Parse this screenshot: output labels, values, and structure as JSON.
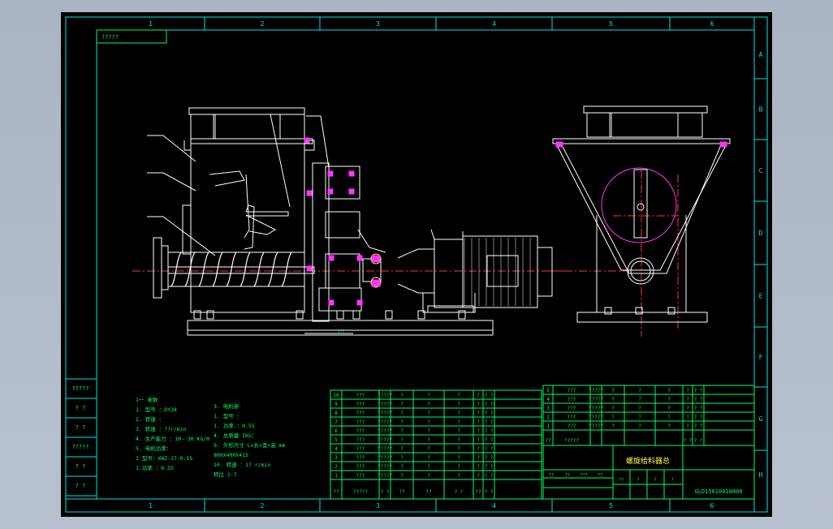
{
  "drawing": {
    "bg_color": "#000000",
    "frame_color": "#00e6e6",
    "text_color": "#00ff66",
    "detail_color": "#ffffff",
    "accent_color": "#ff33ff",
    "title_color": "#ffff44"
  },
  "zones": {
    "columns": [
      "1",
      "2",
      "3",
      "4",
      "5",
      "6"
    ],
    "rows": [
      "A",
      "B",
      "C",
      "D",
      "E",
      "F",
      "G",
      "H"
    ]
  },
  "corner_tag": "?????",
  "left_strip": [
    "?????",
    "? ?",
    "? ?",
    "?????",
    "? ?",
    "? ?"
  ],
  "dimension_text": "???",
  "tech_notes": {
    "col1": [
      "1一 参数",
      "1. 型号 ：DY28",
      "2. 转速 ：",
      "3. 转速 ：??r/min",
      "4. 生产能力 ：10~ 30 KG/H",
      "5. 电机功率：",
      "1 型号：XWZ-17-0.55",
      "1.功率 ：0.55"
    ],
    "col2": [
      "3. 电机参",
      "1. 型号 ：",
      "1. 功率 ：0.55",
      "4. 总质量 IKG：",
      "9. 外形尺寸 L×长×宽×高 mm",
      "800X400X415",
      "10. 转速 ：17 r/min",
      "转比 1:7"
    ]
  },
  "parts_left": {
    "rows": [
      [
        "10",
        "???",
        "?????",
        "?",
        "?",
        "?",
        "?",
        "? ?"
      ],
      [
        "9",
        "???",
        "?????",
        "?",
        "?",
        "?",
        "?",
        "? ?"
      ],
      [
        "8",
        "???",
        "?????",
        "?",
        "?",
        "?",
        "?",
        "? ?"
      ],
      [
        "7",
        "???",
        "?????",
        "?",
        "?",
        "?",
        "?",
        "? ?"
      ],
      [
        "6",
        "???",
        "?????",
        "?",
        "?",
        "?",
        "?",
        "? ?"
      ],
      [
        "5",
        "???",
        "?????",
        "?",
        "?",
        "?",
        "?",
        "? ?"
      ],
      [
        "4",
        "???",
        "?????",
        "?",
        "?",
        "?",
        "?",
        "? ?"
      ],
      [
        "3",
        "???",
        "?????",
        "?",
        "?",
        "?",
        "?",
        "? ?"
      ],
      [
        "2",
        "???",
        "?????",
        "?",
        "?",
        "?",
        "?",
        "? ?"
      ],
      [
        "1",
        "???",
        "?????",
        "?",
        "?",
        "?",
        "?",
        "? ?"
      ]
    ],
    "header": [
      "??",
      "?????",
      "? ?",
      "??",
      "??",
      "? ?",
      "??",
      "? ?"
    ]
  },
  "parts_right": {
    "rows": [
      [
        "5",
        "???",
        "?????",
        "?",
        "?",
        "?",
        "?",
        "? ?"
      ],
      [
        "4",
        "???",
        "?????",
        "?",
        "?",
        "?",
        "?",
        "? ?"
      ],
      [
        "3",
        "???",
        "?????",
        "?",
        "?",
        "?",
        "?",
        "? ?"
      ],
      [
        "2",
        "???",
        "?????",
        "?",
        "?",
        "?",
        "?",
        "? ?"
      ],
      [
        "1",
        "???",
        "?????",
        "?",
        "?",
        "?",
        "?",
        "? ?"
      ]
    ],
    "header": [
      "??",
      "?????",
      "",
      "",
      "",
      "",
      "? ?",
      "? ?"
    ]
  },
  "title_block": {
    "title": "螺旋给料器总",
    "drawing_number": "GLD15010010000",
    "cells": [
      "??",
      "??",
      "???",
      "??",
      "??",
      "?",
      "?",
      "?"
    ]
  }
}
